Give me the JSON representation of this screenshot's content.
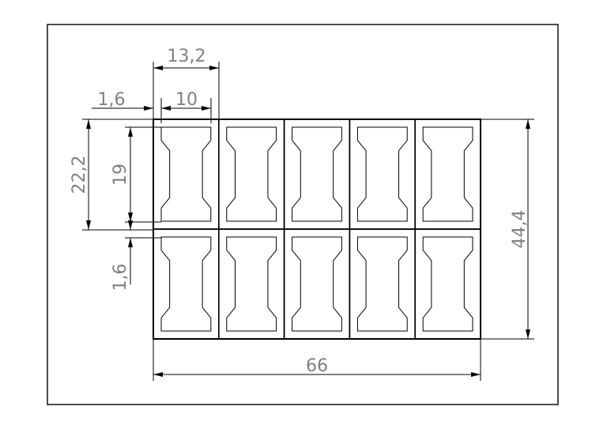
{
  "colors": {
    "background": "#ffffff",
    "border": "#000000",
    "cell_outline": "#000000",
    "dimension_lines": "#000000",
    "dimension_text": "#808080"
  },
  "grid": {
    "rows": 2,
    "columns": 5
  },
  "dimensions": {
    "cell_pitch_width": "13,2",
    "cavity_width": "10",
    "margin_left": "1,6",
    "cell_pitch_height": "22,2",
    "cavity_height": "19",
    "margin_vertical": "1,6",
    "total_height": "44,4",
    "total_width": "66"
  }
}
